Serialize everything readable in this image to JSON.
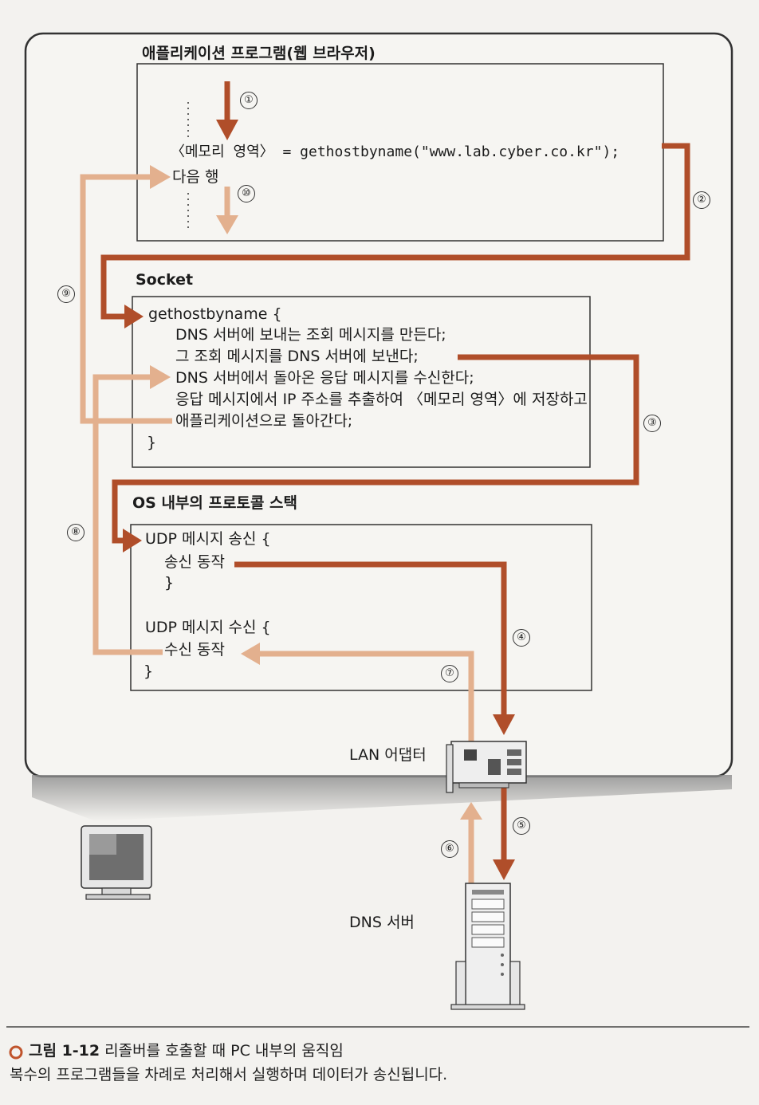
{
  "app_box": {
    "title": "애플리케이션 프로그램(웹 브라우저)",
    "line_call": "〈메모리 영역〉 = gethostbyname(\"www.lab.cyber.co.kr\");",
    "line_next": "다음 행"
  },
  "socket_box": {
    "title": "Socket",
    "lines": [
      "gethostbyname {",
      "DNS 서버에 보내는 조회 메시지를 만든다;",
      "그 조회 메시지를 DNS 서버에 보낸다;",
      "DNS 서버에서 돌아온 응답 메시지를 수신한다;",
      "응답 메시지에서 IP 주소를 추출하여 〈메모리 영역〉에 저장하고",
      "애플리케이션으로 돌아간다;",
      "}"
    ]
  },
  "os_box": {
    "title": "OS 내부의 프로토콜 스택",
    "lines": [
      "UDP 메시지 송신 {",
      "송신 동작",
      "}",
      "UDP 메시지 수신 {",
      "수신 동작",
      "}"
    ]
  },
  "labels": {
    "lan_adapter": "LAN 어댑터",
    "dns_server": "DNS 서버"
  },
  "steps": [
    "①",
    "②",
    "③",
    "④",
    "⑤",
    "⑥",
    "⑦",
    "⑧",
    "⑨",
    "⑩"
  ],
  "caption": {
    "figure_no": "그림 1-12",
    "title": "리졸버를 호출할 때 PC 내부의 움직임",
    "subtitle": "복수의 프로그램들을 차례로 처리해서 실행하며 데이터가 송신됩니다."
  },
  "colors": {
    "dark_arrow": "#b04e2a",
    "light_arrow": "#e3b08e",
    "frame": "#333333"
  }
}
